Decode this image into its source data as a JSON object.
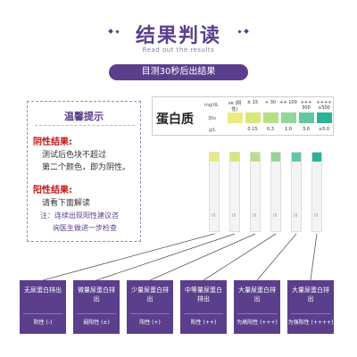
{
  "header": {
    "title": "结果判读",
    "subtitle": "Read out the results",
    "banner": "目测30秒后出结果"
  },
  "tips": {
    "title": "温馨提示",
    "negative_heading": "阴性结果:",
    "negative_line1": "测试后色块不超过",
    "negative_line2": "第二个颜色，即为阴性。",
    "positive_heading": "阳性结果:",
    "positive_line1": "请看下面解读",
    "note_line1": "注：连续出现阳性建议咨",
    "note_line2": "询医生做进一步检查"
  },
  "chart": {
    "label": "蛋白质",
    "unit_top": "mg/dL",
    "unit_mid": "30s",
    "unit_bot": "g/L",
    "levels": [
      "-",
      "±",
      "+",
      "++",
      "+++",
      "++++"
    ],
    "level_values": [
      "",
      "15",
      "30",
      "100",
      "300",
      "≥500"
    ],
    "gl_values": [
      "",
      "0.15",
      "0.3",
      "1.0",
      "3.0",
      "≥5.0"
    ],
    "neg_label": "ve (阴性)",
    "colors": [
      "#e8ec83",
      "#d6e87a",
      "#b9df86",
      "#92d69a",
      "#62c8a0",
      "#2cb395"
    ]
  },
  "cards": [
    {
      "top": "无尿蛋白排出",
      "bottom": "阴性 (-)"
    },
    {
      "top": "微量尿蛋白排出",
      "bottom": "弱阳性 (±)"
    },
    {
      "top": "少量尿蛋白排出",
      "bottom": "阳性 (+)"
    },
    {
      "top": "中等量尿蛋白排出",
      "bottom": "阳性 (++)"
    },
    {
      "top": "大量尿蛋白排出",
      "bottom": "为高阳性 (+++)"
    },
    {
      "top": "大量尿蛋白排出",
      "bottom": "为强阳性 (++++)"
    }
  ],
  "strip_mark": "III"
}
